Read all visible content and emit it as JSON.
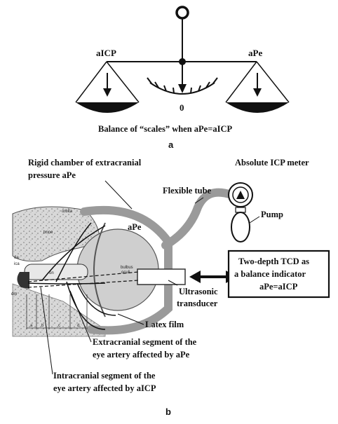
{
  "panel_a": {
    "left_label": "aICP",
    "right_label": "aPe",
    "zero_label": "0",
    "caption": "Balance of “scales” when aPe=aICP",
    "panel_letter": "a"
  },
  "panel_b": {
    "chamber_label_1": "Rigid chamber of extracranial",
    "chamber_label_2": "pressure aPe",
    "meter_label": "Absolute ICP  meter",
    "tube_label": "Flexible tube",
    "pump_label": "Pump",
    "ape_label": "aPe",
    "tcd_label_1": "Two-depth TCD as",
    "tcd_label_2": "a balance  indicator",
    "tcd_label_3": "aPe=aICP",
    "transducer_label_1": "Ultrasonic",
    "transducer_label_2": "transducer",
    "latex_label": "Latex film",
    "extra_label_1": "Extracranial segment of the",
    "extra_label_2": "eye artery affected by aPe",
    "intra_label_1": "Intracranial segment of the",
    "intra_label_2": "eye artery affected by aICP",
    "anatomy": {
      "orbita": "orbita",
      "bone": "bone",
      "bulbus": "bulbus",
      "oculi": "oculi",
      "on": "on",
      "oa": "oa",
      "ica": "ica",
      "dm": "dm",
      "seg_a": "a",
      "seg_b": "b",
      "seg_c": "c",
      "seg_d": "d"
    },
    "panel_letter": "b"
  }
}
